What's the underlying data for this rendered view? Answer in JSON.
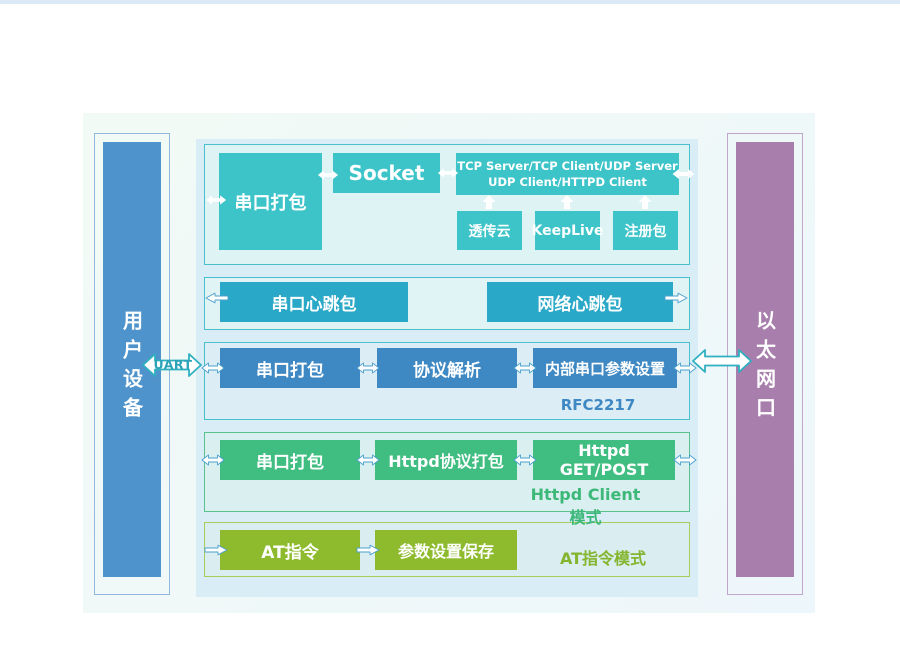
{
  "palette": {
    "top-strip": "#dbe9f6",
    "panel-bg-a": "#f2faf6",
    "panel-bg-b": "#edf6fa",
    "backdrop": "#d9edf6",
    "left-bar": "#4e93cb",
    "left-bar-border": "#8fb9de",
    "right-bar": "#a87eac",
    "right-bar-border": "#c2a5ca",
    "teal-box": "#3dc4c9",
    "cyan-box": "#2aa8c7",
    "blue-box": "#3e88c3",
    "green-box": "#40bd81",
    "olive-box": "#8dbb2d",
    "teal-border": "#49c0cc",
    "green-border": "#5bc18d",
    "olive-border": "#a8cd5b",
    "container-bg-1": "#ddf3f4",
    "container-bg-2": "#e0f4f6",
    "container-bg-3": "#dcedf6",
    "container-bg-4": "#daeff0",
    "container-bg-5": "#daedf0",
    "arrow-outline": "#4aa0cc",
    "big-arrow-outline": "#2fb0c0",
    "big-arrow-text": "#2aa2b8",
    "label-blue": "#3e88c3",
    "label-green": "#3cb878",
    "label-olive": "#84b52e"
  },
  "device": {
    "left_label": "用户设备",
    "right_label": "以太网口",
    "uart_label": "UART"
  },
  "sections": {
    "socket": {
      "serial_pack": "串口打包",
      "socket": "Socket",
      "tcp_line1": "TCP Server/TCP Client/UDP Server",
      "tcp_line2": "UDP Client/HTTPD Client",
      "cloud": "透传云",
      "keeplive": "KeepLive",
      "register": "注册包"
    },
    "heartbeat": {
      "serial": "串口心跳包",
      "network": "网络心跳包"
    },
    "rfc2217": {
      "serial_pack": "串口打包",
      "protocol_parse": "协议解析",
      "internal_params": "内部串口参数设置",
      "mode": "RFC2217"
    },
    "httpd": {
      "serial_pack": "串口打包",
      "httpd_pack": "Httpd协议打包",
      "httpd_getpost": "Httpd GET/POST",
      "mode": "Httpd Client模式"
    },
    "at": {
      "at_cmd": "AT指令",
      "param_save": "参数设置保存",
      "mode": "AT指令模式"
    }
  }
}
